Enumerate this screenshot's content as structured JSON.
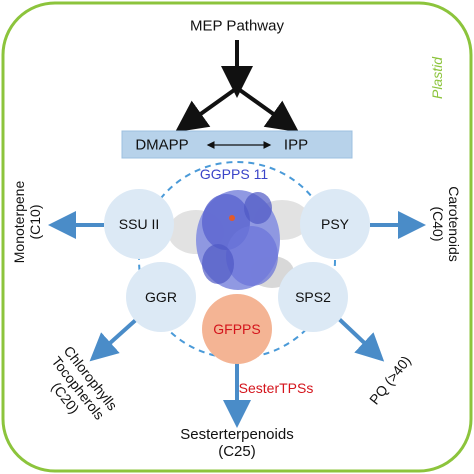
{
  "diagram": {
    "top_label": "MEP Pathway",
    "compartment_label": "Plastid",
    "bar": {
      "left_label": "DMAPP",
      "right_label": "IPP"
    },
    "center_label": "GGPPS 11",
    "nodes": {
      "ssu": "SSU II",
      "psy": "PSY",
      "ggr": "GGR",
      "sps2": "SPS2",
      "gfpps": "GFPPS"
    },
    "products": {
      "monoterpene": [
        "Monoterpene",
        "(C10)"
      ],
      "carotenoids": [
        "Carotenoids",
        "(C40)"
      ],
      "chlorophylls": [
        "Chlorophylls",
        "Tocopherols",
        "(C20)"
      ],
      "pq": "PQ (>40)",
      "sesterterpenoids": [
        "Sesterterpenoids",
        "(C25)"
      ]
    },
    "enzyme_label": "SesterTPSs",
    "colors": {
      "frame_green": "#8cc43c",
      "arrow_blue": "#4a8cc8",
      "node_blue": "#dce9f5",
      "node_orange": "#f4b494",
      "protein_blue": "#5a64d0",
      "red_text": "#d4141c"
    }
  }
}
